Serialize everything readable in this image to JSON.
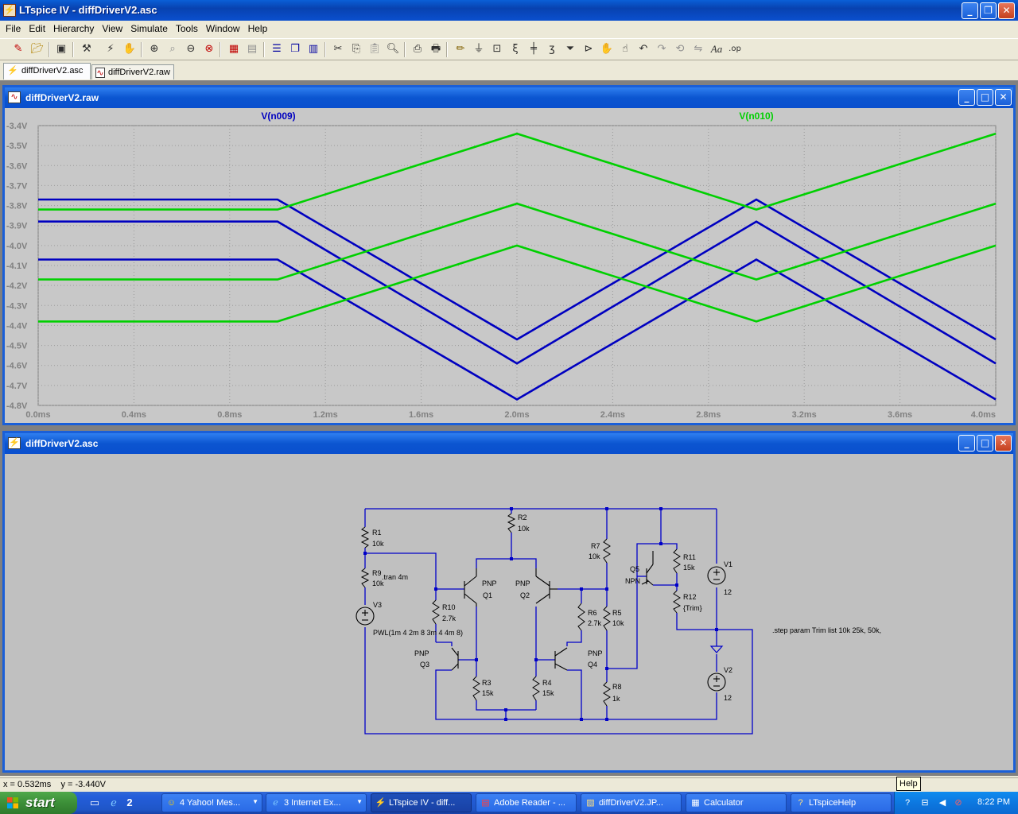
{
  "window": {
    "title": "LTspice IV - diffDriverV2.asc"
  },
  "menu": [
    "File",
    "Edit",
    "Hierarchy",
    "View",
    "Simulate",
    "Tools",
    "Window",
    "Help"
  ],
  "toolbar_icons": [
    "new-schematic",
    "open",
    "save",
    "control-panel",
    "run",
    "halt",
    "zoom-in",
    "pan",
    "zoom-out",
    "zoom-fit",
    "autorange",
    "cancel-zoom",
    "tile-horizontal",
    "cascade",
    "tile-vertical",
    "cut",
    "copy",
    "paste",
    "find",
    "print-preview",
    "print",
    "draw-wire",
    "ground",
    "label-net",
    "resistor",
    "capacitor",
    "inductor",
    "diode",
    "component",
    "move",
    "drag",
    "undo",
    "redo",
    "rotate",
    "mirror",
    "text",
    "spice-directive"
  ],
  "tabs": [
    {
      "label": "diffDriverV2.asc",
      "active": true
    },
    {
      "label": "diffDriverV2.raw",
      "active": false
    }
  ],
  "plot_window": {
    "title": "diffDriverV2.raw"
  },
  "schematic_window": {
    "title": "diffDriverV2.asc"
  },
  "chart_data": {
    "type": "line",
    "xlim": [
      0.0,
      4.0
    ],
    "ylim": [
      -4.8,
      -3.4
    ],
    "x_ticks": [
      "0.0ms",
      "0.4ms",
      "0.8ms",
      "1.2ms",
      "1.6ms",
      "2.0ms",
      "2.4ms",
      "2.8ms",
      "3.2ms",
      "3.6ms",
      "4.0ms"
    ],
    "y_ticks": [
      "-3.4V",
      "-3.5V",
      "-3.6V",
      "-3.7V",
      "-3.8V",
      "-3.9V",
      "-4.0V",
      "-4.1V",
      "-4.2V",
      "-4.3V",
      "-4.4V",
      "-4.5V",
      "-4.6V",
      "-4.7V",
      "-4.8V"
    ],
    "grid": true,
    "trace_labels": [
      {
        "name": "V(n009)",
        "color": "#0000c0"
      },
      {
        "name": "V(n010)",
        "color": "#00d000"
      }
    ],
    "series": [
      {
        "trace": "V(n009)",
        "color": "#0000c0",
        "x": [
          0.0,
          1.0,
          2.0,
          3.0,
          4.0
        ],
        "y": [
          -3.77,
          -3.77,
          -4.47,
          -3.77,
          -4.47
        ]
      },
      {
        "trace": "V(n009)",
        "color": "#0000c0",
        "x": [
          0.0,
          1.0,
          2.0,
          3.0,
          4.0
        ],
        "y": [
          -3.88,
          -3.88,
          -4.59,
          -3.88,
          -4.59
        ]
      },
      {
        "trace": "V(n009)",
        "color": "#0000c0",
        "x": [
          0.0,
          1.0,
          2.0,
          3.0,
          4.0
        ],
        "y": [
          -4.07,
          -4.07,
          -4.77,
          -4.07,
          -4.77
        ]
      },
      {
        "trace": "V(n010)",
        "color": "#00d000",
        "x": [
          0.0,
          1.0,
          2.0,
          3.0,
          4.0
        ],
        "y": [
          -3.82,
          -3.82,
          -3.44,
          -3.82,
          -3.44
        ]
      },
      {
        "trace": "V(n010)",
        "color": "#00d000",
        "x": [
          0.0,
          1.0,
          2.0,
          3.0,
          4.0
        ],
        "y": [
          -4.17,
          -4.17,
          -3.79,
          -4.17,
          -3.79
        ]
      },
      {
        "trace": "V(n010)",
        "color": "#00d000",
        "x": [
          0.0,
          1.0,
          2.0,
          3.0,
          4.0
        ],
        "y": [
          -4.38,
          -4.38,
          -4.0,
          -4.38,
          -4.0
        ]
      }
    ]
  },
  "schematic": {
    "labels": {
      "r1": "R1",
      "r1v": "10k",
      "r9": "R9",
      "r9v": "10k",
      "tran": ".tran 4m",
      "v3": "V3",
      "pwl": "PWL(1m 4 2m 8 3m 4 4m 8)",
      "r2": "R2",
      "r2v": "10k",
      "r10": "R10",
      "r10v": "2.7k",
      "q1t": "PNP",
      "q1": "Q1",
      "q2t": "PNP",
      "q2": "Q2",
      "q3t": "PNP",
      "q3": "Q3",
      "q4t": "PNP",
      "q4": "Q4",
      "r3": "R3",
      "r3v": "15k",
      "r4": "R4",
      "r4v": "15k",
      "r7": "R7",
      "r7v": "10k",
      "r6": "R6",
      "r6v": "2.7k",
      "r5": "R5",
      "r5v": "10k",
      "r8": "R8",
      "r8v": "1k",
      "q5": "Q5",
      "q5t": "NPN",
      "r11": "R11",
      "r11v": "15k",
      "r12": "R12",
      "r12v": "{Trim}",
      "v1": "V1",
      "v1v": "12",
      "v2": "V2",
      "v2v": "12",
      "step": ".step param Trim list 10k 25k, 50k,"
    }
  },
  "status": {
    "text": "x = 0.532ms    y = -3.440V",
    "help_tip": "Help"
  },
  "taskbar": {
    "start": "start",
    "quicklaunch_count": "2",
    "tasks": [
      {
        "label": "4 Yahoo! Mes...",
        "icon": "yahoo-icon",
        "active": false
      },
      {
        "label": "3 Internet Ex...",
        "icon": "ie-icon",
        "active": false
      },
      {
        "label": "LTspice IV - diff...",
        "icon": "ltspice-icon",
        "active": true
      },
      {
        "label": "Adobe Reader - ...",
        "icon": "pdf-icon",
        "active": false
      },
      {
        "label": "diffDriverV2.JP...",
        "icon": "image-icon",
        "active": false
      },
      {
        "label": "Calculator",
        "icon": "calculator-icon",
        "active": false
      },
      {
        "label": "LTspiceHelp",
        "icon": "help-icon",
        "active": false
      }
    ],
    "clock": "8:22 PM"
  }
}
